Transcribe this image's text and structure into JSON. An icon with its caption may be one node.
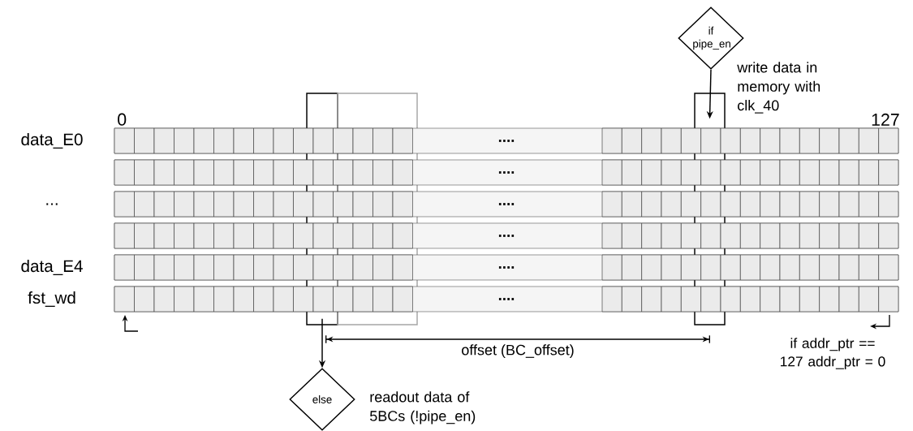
{
  "diagram": {
    "nodes": [
      {
        "text": [
          "if pipe_en"
        ]
      },
      {
        "text": [],
        "shape": "box"
      },
      {
        "text": [],
        "shape": "box"
      },
      {
        "text": [],
        "shape": "box"
      },
      {
        "text": [
          "...."
        ],
        "beside": [
          "data_E0"
        ]
      },
      {
        "text": [
          "...."
        ]
      },
      {
        "text": [
          "...."
        ],
        "beside": [
          "..."
        ]
      },
      {
        "text": [
          "...."
        ]
      },
      {
        "text": [
          "...."
        ],
        "beside": [
          "data_E4"
        ]
      },
      {
        "text": [
          "...."
        ],
        "beside": [
          "fst_wd"
        ]
      },
      {
        "text": [
          "else"
        ]
      }
    ],
    "edges": [
      {
        "from": 0,
        "to": 3,
        "arrow": "to"
      },
      {
        "from": 1,
        "to": 10,
        "arrow": "to"
      }
    ],
    "labels": [
      "write data in memory with clk_40",
      "0",
      "127",
      "offset (BC_offset)",
      "if addr_ptr == 127 addr_ptr = 0",
      "readout data of 5BCs (!pipe_en)"
    ]
  }
}
